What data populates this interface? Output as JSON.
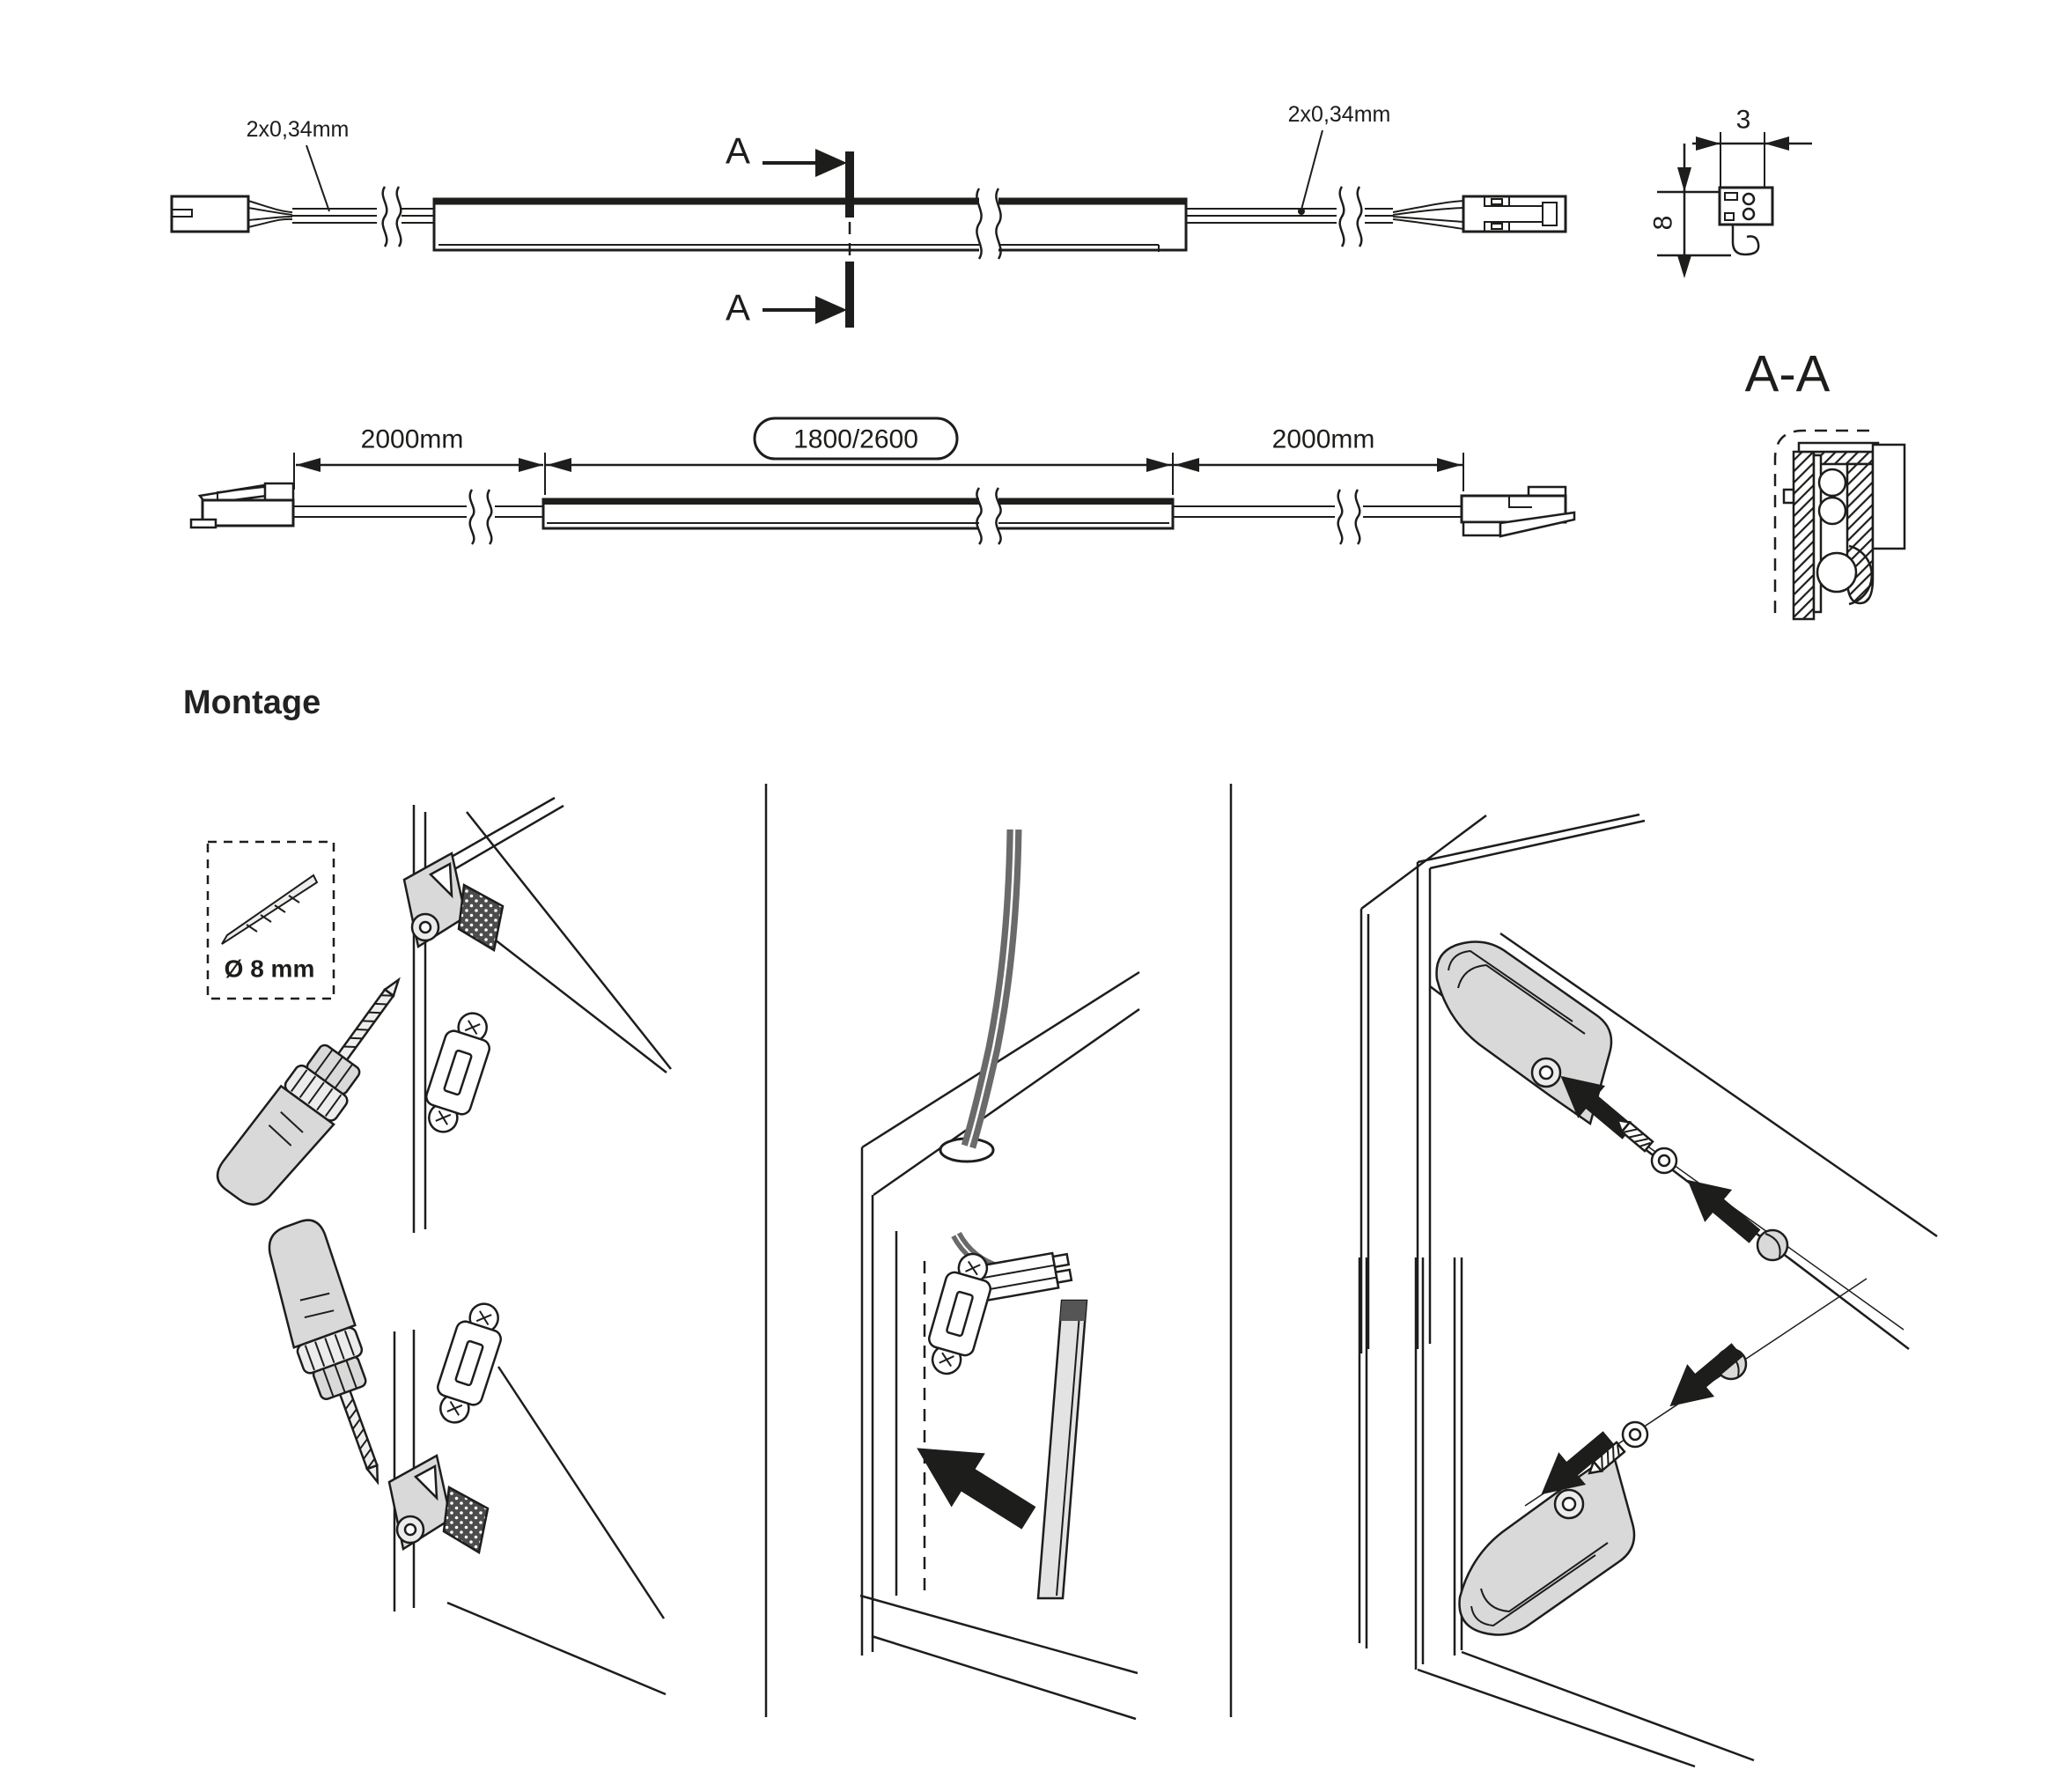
{
  "colors": {
    "line": "#1d1d1b",
    "gray_fill": "#d9d9d9",
    "dark_cable": "#6a6a6a",
    "strip_fill": "#e3e3e3"
  },
  "top_view": {
    "wire_label_left": "2x0,34mm",
    "wire_label_right": "2x0,34mm",
    "section_label_top": "A",
    "section_label_bottom": "A"
  },
  "connector_detail": {
    "width_dim": "3",
    "height_dim": "8"
  },
  "section_view": {
    "label": "A-A"
  },
  "length_view": {
    "left_cable": "2000mm",
    "strip_range": "1800/2600",
    "right_cable": "2000mm"
  },
  "montage": {
    "heading": "Montage",
    "drill_diameter": "Ø 8 mm"
  }
}
